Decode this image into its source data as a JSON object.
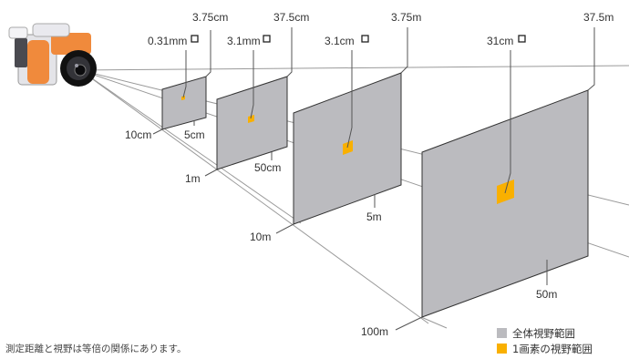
{
  "colors": {
    "plane": "#bbbbbf",
    "pixel": "#f9b000",
    "line": "#9a9a9a",
    "frame": "#333333"
  },
  "icons": [
    "camera-icon",
    "pixel-square-icon"
  ],
  "scenes": [
    {
      "distance": "10cm",
      "width": "3.75cm",
      "height": "5cm",
      "pixel": "0.31mm"
    },
    {
      "distance": "1m",
      "width": "37.5cm",
      "height": "50cm",
      "pixel": "3.1mm"
    },
    {
      "distance": "10m",
      "width": "3.75m",
      "height": "5m",
      "pixel": "3.1cm"
    },
    {
      "distance": "100m",
      "width": "37.5m",
      "height": "50m",
      "pixel": "31cm"
    }
  ],
  "legend": [
    {
      "label": "全体視野範囲",
      "color": "#bbbbbf"
    },
    {
      "label": "1画素の視野範囲",
      "color": "#f9b000"
    }
  ],
  "note": "測定距離と視野は等倍の関係にあります。"
}
